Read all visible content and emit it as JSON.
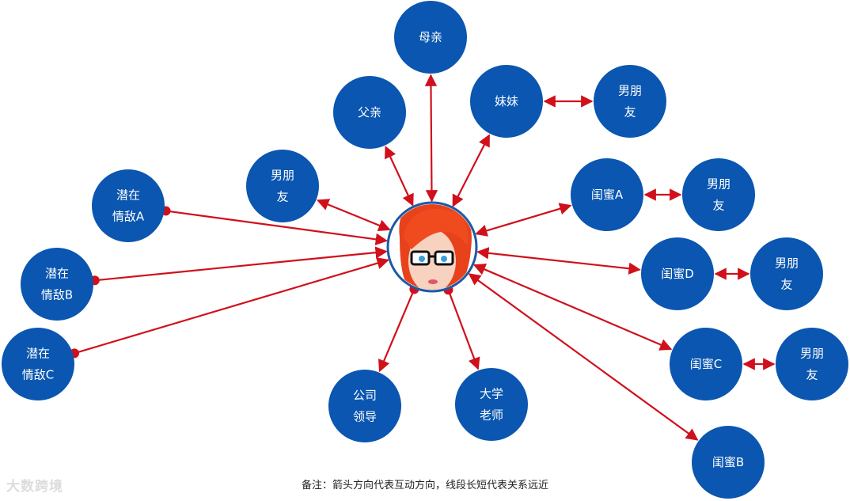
{
  "center": {
    "name": "女生头像"
  },
  "nodes": {
    "mother": {
      "lines": [
        "母亲"
      ]
    },
    "father": {
      "lines": [
        "父亲"
      ]
    },
    "sister": {
      "lines": [
        "妹妹"
      ]
    },
    "sister_bf": {
      "lines": [
        "男朋",
        "友"
      ]
    },
    "boyfriend": {
      "lines": [
        "男朋",
        "友"
      ]
    },
    "rival_a": {
      "lines": [
        "潜在",
        "情敌A"
      ]
    },
    "rival_b": {
      "lines": [
        "潜在",
        "情敌B"
      ]
    },
    "rival_c": {
      "lines": [
        "潜在",
        "情敌C"
      ]
    },
    "bestie_a": {
      "lines": [
        "闺蜜A"
      ]
    },
    "bestie_a_bf": {
      "lines": [
        "男朋",
        "友"
      ]
    },
    "bestie_d": {
      "lines": [
        "闺蜜D"
      ]
    },
    "bestie_d_bf": {
      "lines": [
        "男朋",
        "友"
      ]
    },
    "bestie_c": {
      "lines": [
        "闺蜜C"
      ]
    },
    "bestie_c_bf": {
      "lines": [
        "男朋",
        "友"
      ]
    },
    "bestie_b": {
      "lines": [
        "闺蜜B"
      ]
    },
    "boss": {
      "lines": [
        "公司",
        "领导"
      ]
    },
    "teacher": {
      "lines": [
        "大学",
        "老师"
      ]
    }
  },
  "edges": [
    {
      "from": "center",
      "to": "mother",
      "style": "double"
    },
    {
      "from": "center",
      "to": "father",
      "style": "double"
    },
    {
      "from": "center",
      "to": "sister",
      "style": "double"
    },
    {
      "from": "sister",
      "to": "sister_bf",
      "style": "double"
    },
    {
      "from": "center",
      "to": "boyfriend",
      "style": "double"
    },
    {
      "from": "rival_a",
      "to": "center",
      "style": "dot-arrow"
    },
    {
      "from": "rival_b",
      "to": "center",
      "style": "dot-arrow"
    },
    {
      "from": "rival_c",
      "to": "center",
      "style": "dot-arrow"
    },
    {
      "from": "center",
      "to": "bestie_a",
      "style": "double"
    },
    {
      "from": "bestie_a",
      "to": "bestie_a_bf",
      "style": "double"
    },
    {
      "from": "center",
      "to": "bestie_d",
      "style": "double"
    },
    {
      "from": "bestie_d",
      "to": "bestie_d_bf",
      "style": "double"
    },
    {
      "from": "center",
      "to": "bestie_c",
      "style": "double"
    },
    {
      "from": "bestie_c",
      "to": "bestie_c_bf",
      "style": "double"
    },
    {
      "from": "center",
      "to": "bestie_b",
      "style": "double"
    },
    {
      "from": "center",
      "to": "boss",
      "style": "dot-arrow-out"
    },
    {
      "from": "center",
      "to": "teacher",
      "style": "dot-arrow-out"
    }
  ],
  "note": "备注：箭头方向代表互动方向，线段长短代表关系远近",
  "watermark": "大数跨境",
  "colors": {
    "node": "#0a56b0",
    "edge": "#d0101b",
    "hair": "#f04a1f"
  }
}
